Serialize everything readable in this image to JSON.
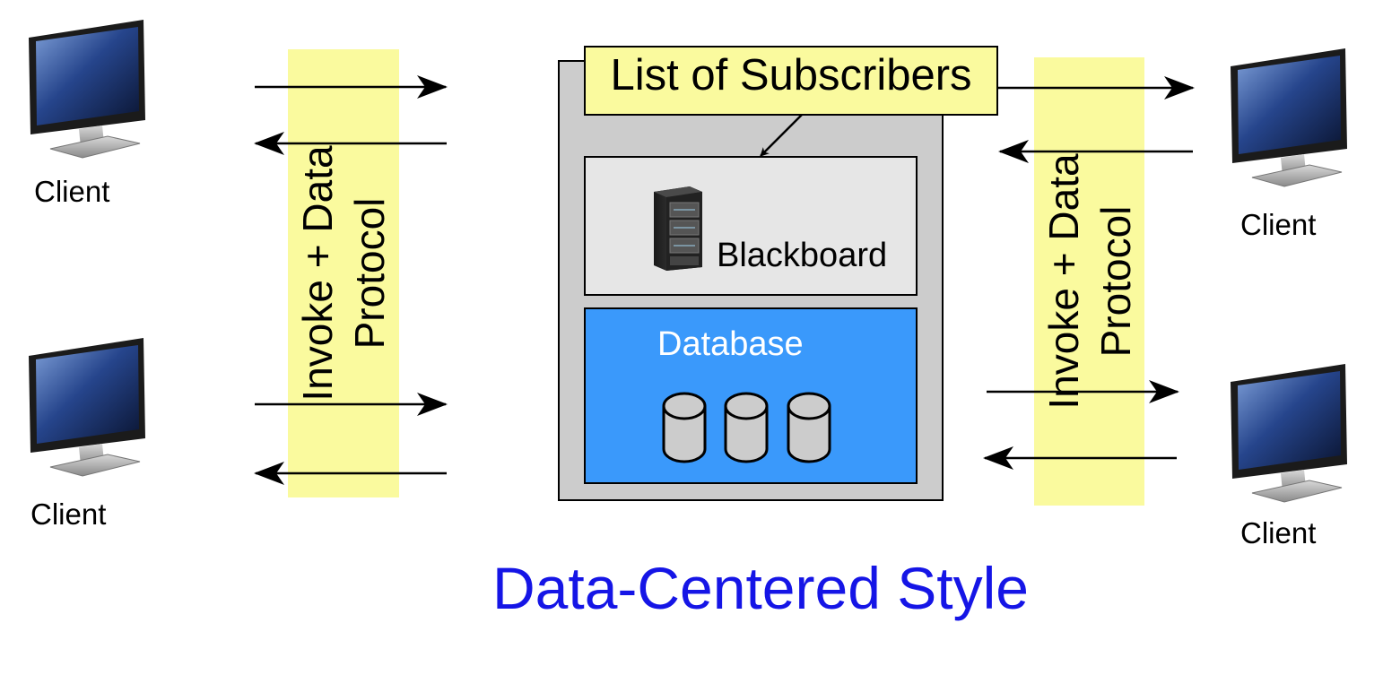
{
  "clients": {
    "top_left_label": "Client",
    "bottom_left_label": "Client",
    "top_right_label": "Client",
    "bottom_right_label": "Client"
  },
  "protocol_left": {
    "line1": "Invoke + Data",
    "line2": "Protocol"
  },
  "protocol_right": {
    "line1": "Invoke + Data",
    "line2": "Protocol"
  },
  "server": {
    "subscribers_label": "List of Subscribers",
    "blackboard_label": "Blackboard",
    "database_label": "Database"
  },
  "caption": "Data-Centered Style",
  "colors": {
    "protocol_bar": "#fafa9e",
    "server_box": "#cccccc",
    "blackboard": "#e6e6e6",
    "database": "#3a99fb",
    "caption": "#1515e6"
  },
  "icons": [
    "monitor-icon",
    "server-rack-icon",
    "database-cylinder-icon",
    "arrow-icon"
  ]
}
